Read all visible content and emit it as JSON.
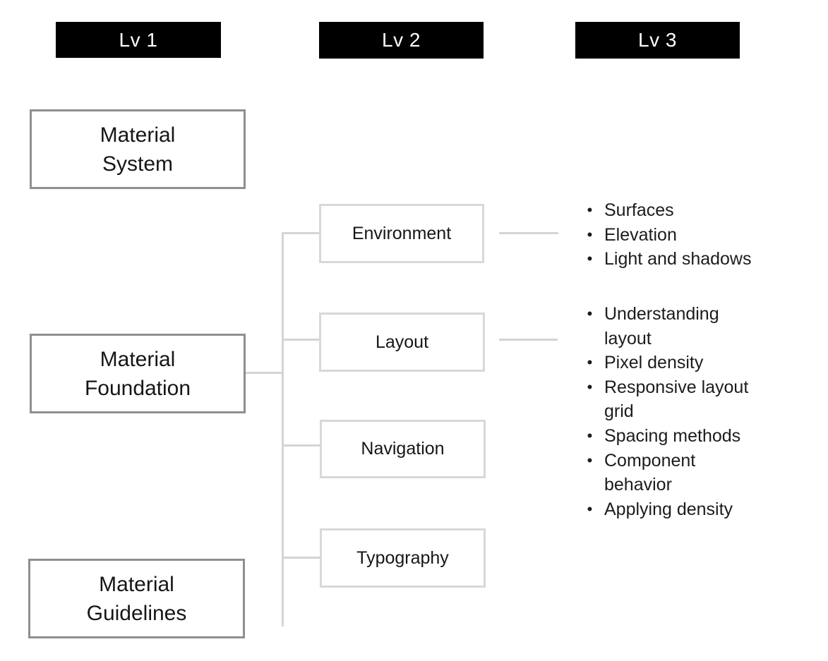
{
  "column_headers": [
    {
      "id": "lv1",
      "label": "Lv 1"
    },
    {
      "id": "lv2",
      "label": "Lv 2"
    },
    {
      "id": "lv3",
      "label": "Lv 3"
    }
  ],
  "level1_nodes": [
    {
      "label": "Material\nSystem"
    },
    {
      "label": "Material\nFoundation"
    },
    {
      "label": "Material\nGuidelines"
    }
  ],
  "level2_nodes": [
    {
      "label": "Environment"
    },
    {
      "label": "Layout"
    },
    {
      "label": "Navigation"
    },
    {
      "label": "Typography"
    }
  ],
  "level3_lists": {
    "environment": [
      "Surfaces",
      "Elevation",
      "Light and shadows"
    ],
    "layout": [
      "Understanding layout",
      "Pixel density",
      "Responsive layout grid",
      "Spacing methods",
      "Component behavior",
      "Applying density"
    ]
  },
  "bullet_char": "•",
  "edges": [
    {
      "from": "Material Foundation",
      "to": "Environment"
    },
    {
      "from": "Material Foundation",
      "to": "Layout"
    },
    {
      "from": "Material Foundation",
      "to": "Navigation"
    },
    {
      "from": "Material Foundation",
      "to": "Typography"
    },
    {
      "from": "Environment",
      "to": "environment topic list"
    },
    {
      "from": "Layout",
      "to": "layout topic list"
    }
  ],
  "colors": {
    "header_bg": "#000000",
    "header_text": "#ffffff",
    "level1_border": "#8f8f8f",
    "level2_border": "#d8d8d8",
    "connector": "#d4d4d4",
    "text": "#1c1c1c",
    "background": "#ffffff"
  }
}
